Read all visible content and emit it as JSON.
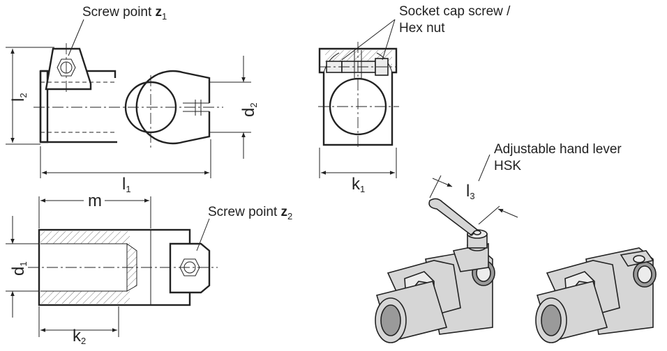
{
  "labels": {
    "screw_point_z1": {
      "text": "Screw point ",
      "bold": "z",
      "sub": "1"
    },
    "screw_point_z2": {
      "text": "Screw point ",
      "bold": "z",
      "sub": "2"
    },
    "socket_cap": {
      "line1": "Socket cap screw /",
      "line2": "Hex nut"
    },
    "hand_lever": {
      "line1": "Adjustable hand lever",
      "line2": "HSK"
    }
  },
  "dimensions": {
    "l1": {
      "main": "l",
      "sub": "1"
    },
    "l2": {
      "main": "l",
      "sub": "2"
    },
    "l3": {
      "main": "l",
      "sub": "3"
    },
    "d1": {
      "main": "d",
      "sub": "1"
    },
    "d2": {
      "main": "d",
      "sub": "2"
    },
    "k1": {
      "main": "k",
      "sub": "1"
    },
    "k2": {
      "main": "k",
      "sub": "2"
    },
    "m": {
      "main": "m"
    }
  }
}
